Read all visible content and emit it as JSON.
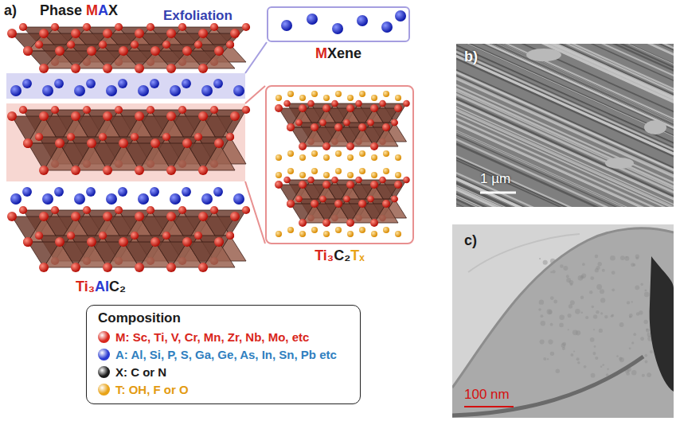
{
  "diagram": {
    "nodes": [
      {
        "text": [
          "MXene"
        ]
      },
      {
        "text": [
          "b)",
          "1 µm"
        ]
      },
      {
        "text": [
          "Ti₃C₂Tₓ"
        ]
      },
      {
        "text": [
          "c)",
          "100 nm"
        ]
      },
      {
        "text": [
          "Composition"
        ]
      }
    ],
    "labels": [
      "a)",
      "Phase MAX",
      "Exfoliation",
      "Ti₃AlC₂"
    ],
    "legend": [
      {
        "text": "M: Sc, Ti, V, Cr, Mn, Zr, Nb, Mo, etc",
        "color": "#d9261c"
      },
      {
        "text": "A: Al, Si, P, S, Ga, Ge, As, In, Sn, Pb etc",
        "color": "#2a3bd1"
      },
      {
        "text": "X: C or N",
        "color": "#1a1a1a"
      },
      {
        "text": "T: OH, F or O",
        "color": "#e8a317"
      }
    ]
  }
}
